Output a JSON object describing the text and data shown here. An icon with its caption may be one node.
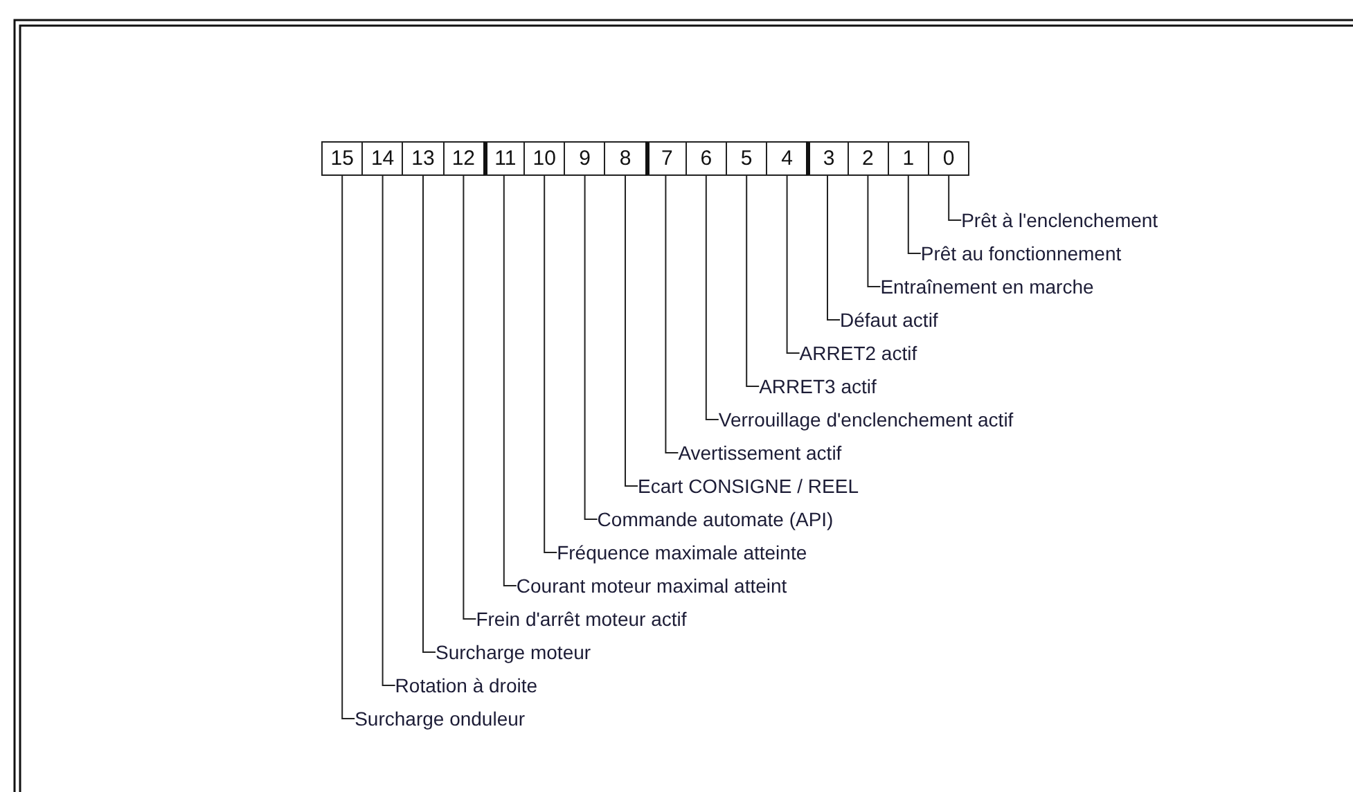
{
  "diagram": {
    "nodes": [
      {
        "text": [
          "15"
        ]
      },
      {
        "text": [
          "14"
        ]
      },
      {
        "text": [
          "13"
        ]
      },
      {
        "text": [
          "12"
        ]
      },
      {
        "text": [
          "11"
        ]
      },
      {
        "text": [
          "10"
        ]
      },
      {
        "text": [
          "9"
        ]
      },
      {
        "text": [
          "8"
        ]
      },
      {
        "text": [
          "7"
        ]
      },
      {
        "text": [
          "6"
        ]
      },
      {
        "text": [
          "5"
        ]
      },
      {
        "text": [
          "4"
        ]
      },
      {
        "text": [
          "3"
        ]
      },
      {
        "text": [
          "2"
        ]
      },
      {
        "text": [
          "1"
        ]
      },
      {
        "text": [
          "0"
        ]
      },
      {
        "text": [
          "Prêt à l'enclenchement"
        ]
      },
      {
        "text": [
          "Prêt au fonctionnement"
        ]
      },
      {
        "text": [
          "Entraînement en marche"
        ]
      },
      {
        "text": [
          "Défaut actif"
        ]
      },
      {
        "text": [
          "ARRET2 actif"
        ]
      },
      {
        "text": [
          "ARRET3 actif"
        ]
      },
      {
        "text": [
          "Verrouillage d'enclenchement actif"
        ]
      },
      {
        "text": [
          "Avertissement actif"
        ]
      },
      {
        "text": [
          "Ecart CONSIGNE / REEL"
        ]
      },
      {
        "text": [
          "Commande automate (API)"
        ]
      },
      {
        "text": [
          "Fréquence maximale atteinte"
        ]
      },
      {
        "text": [
          "Courant moteur maximal atteint"
        ]
      },
      {
        "text": [
          "Frein d'arrêt moteur actif"
        ]
      },
      {
        "text": [
          "Surcharge moteur"
        ]
      },
      {
        "text": [
          "Rotation à droite"
        ]
      },
      {
        "text": [
          "Surcharge onduleur"
        ]
      }
    ],
    "edges": [
      {
        "from": 15,
        "to": 16,
        "arrow": "none"
      },
      {
        "from": 14,
        "to": 17,
        "arrow": "none"
      },
      {
        "from": 13,
        "to": 18,
        "arrow": "none"
      },
      {
        "from": 12,
        "to": 19,
        "arrow": "none"
      },
      {
        "from": 11,
        "to": 20,
        "arrow": "none"
      },
      {
        "from": 10,
        "to": 21,
        "arrow": "none"
      },
      {
        "from": 9,
        "to": 22,
        "arrow": "none"
      },
      {
        "from": 8,
        "to": 23,
        "arrow": "none"
      },
      {
        "from": 7,
        "to": 24,
        "arrow": "none"
      },
      {
        "from": 6,
        "to": 25,
        "arrow": "none"
      },
      {
        "from": 5,
        "to": 26,
        "arrow": "none"
      },
      {
        "from": 4,
        "to": 27,
        "arrow": "none"
      },
      {
        "from": 3,
        "to": 28,
        "arrow": "none"
      },
      {
        "from": 2,
        "to": 29,
        "arrow": "none"
      },
      {
        "from": 1,
        "to": 30,
        "arrow": "none"
      },
      {
        "from": 0,
        "to": 31,
        "arrow": "none"
      }
    ]
  }
}
